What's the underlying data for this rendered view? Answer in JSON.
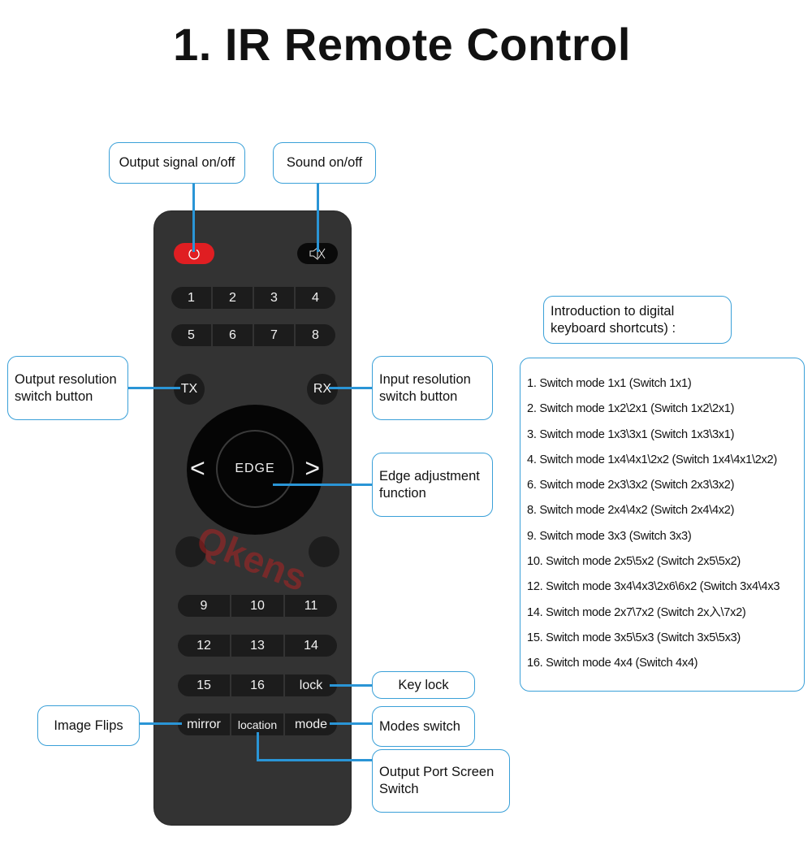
{
  "title": "1. IR Remote Control",
  "colors": {
    "accent": "#3aa0d8",
    "remote_body": "#333333",
    "power_red": "#e01e22",
    "leader_line": "#2a95d6"
  },
  "watermark": "Qkens",
  "remote": {
    "power_icon": "power-icon",
    "mute_icon": "speaker-mute-icon",
    "row1": [
      "1",
      "2",
      "3",
      "4"
    ],
    "row2": [
      "5",
      "6",
      "7",
      "8"
    ],
    "tx": "TX",
    "rx": "RX",
    "edge": "EDGE",
    "left_arrow": "<",
    "right_arrow": ">",
    "row3": [
      "9",
      "10",
      "11"
    ],
    "row4": [
      "12",
      "13",
      "14"
    ],
    "row5": [
      "15",
      "16",
      "lock"
    ],
    "row6": [
      "mirror",
      "location",
      "mode"
    ]
  },
  "callouts": {
    "output_signal": "Output signal on/off",
    "sound": "Sound on/off",
    "output_resolution": "Output resolution switch button",
    "input_resolution": "Input resolution switch button",
    "edge_adjustment": "Edge adjustment function",
    "key_lock": "Key lock",
    "modes_switch": "Modes switch",
    "image_flips": "Image Flips",
    "output_port": "Output Port Screen Switch",
    "intro": "Introduction to digital keyboard shortcuts) :"
  },
  "shortcuts": [
    "1. Switch mode 1x1 (Switch 1x1)",
    "2. Switch mode 1x2\\2x1 (Switch 1x2\\2x1)",
    "3. Switch mode 1x3\\3x1 (Switch 1x3\\3x1)",
    "4. Switch mode 1x4\\4x1\\2x2 (Switch 1x4\\4x1\\2x2)",
    "6. Switch mode 2x3\\3x2 (Switch 2x3\\3x2)",
    "8. Switch mode 2x4\\4x2 (Switch 2x4\\4x2)",
    "9. Switch mode 3x3 (Switch 3x3)",
    "10. Switch mode 2x5\\5x2 (Switch 2x5\\5x2)",
    "12. Switch mode 3x4\\4x3\\2x6\\6x2 (Switch 3x4\\4x3",
    "14. Switch mode 2x7\\7x2 (Switch 2x入\\7x2)",
    "15. Switch mode 3x5\\5x3 (Switch 3x5\\5x3)",
    "16. Switch mode 4x4 (Switch 4x4)"
  ]
}
